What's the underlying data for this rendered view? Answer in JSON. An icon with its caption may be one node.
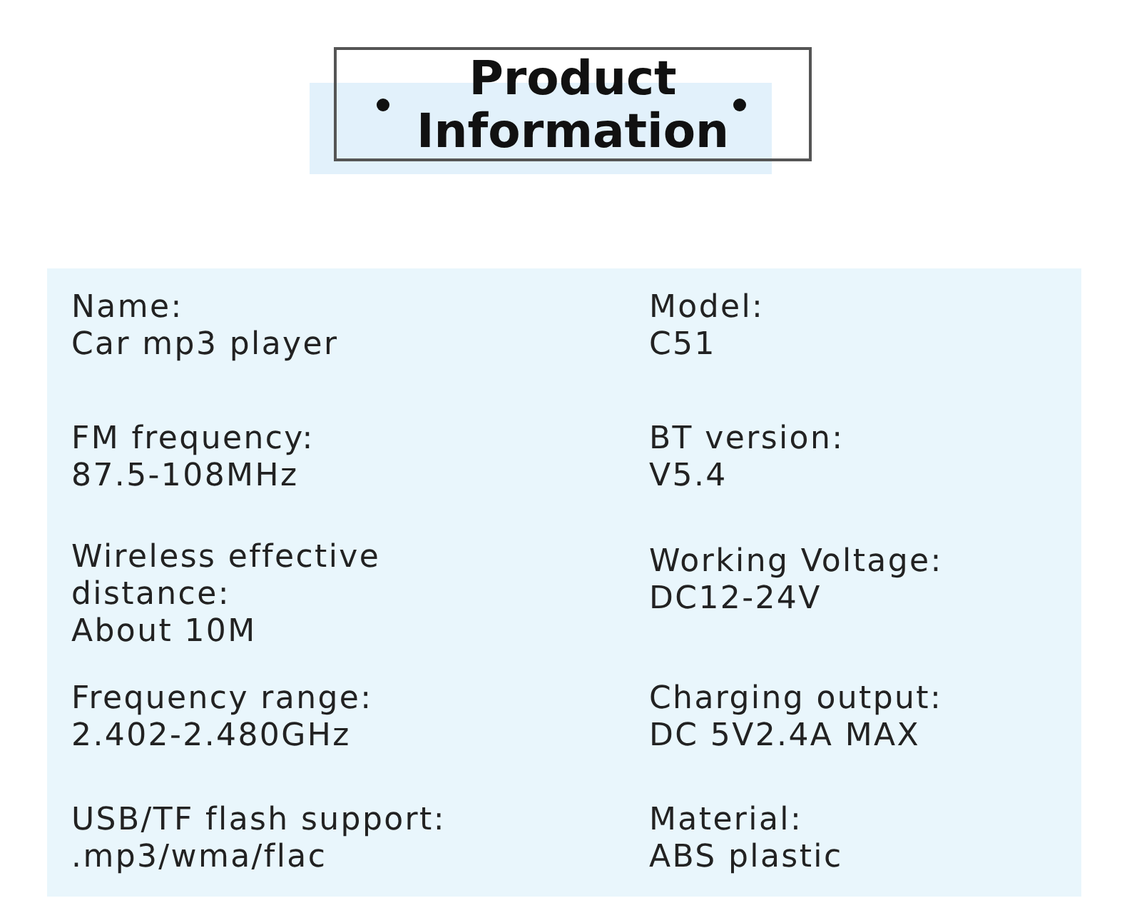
{
  "diagram": {
    "title": "Product Information",
    "labels": [
      "Name:",
      "Car mp3 player",
      "Model:",
      "C51",
      "FM frequency:",
      "87.5-108MHz",
      "BT version:",
      "V5.4",
      "Wireless effective distance:",
      "About 10M",
      "Working Voltage:",
      "DC12-24V",
      "Frequency range:",
      "2.402-2.480GHz",
      "Charging output:",
      "DC 5V2.4A MAX",
      "USB/TF flash support:",
      ".mp3/wma/flac",
      "Material:",
      "ABS plastic"
    ]
  }
}
